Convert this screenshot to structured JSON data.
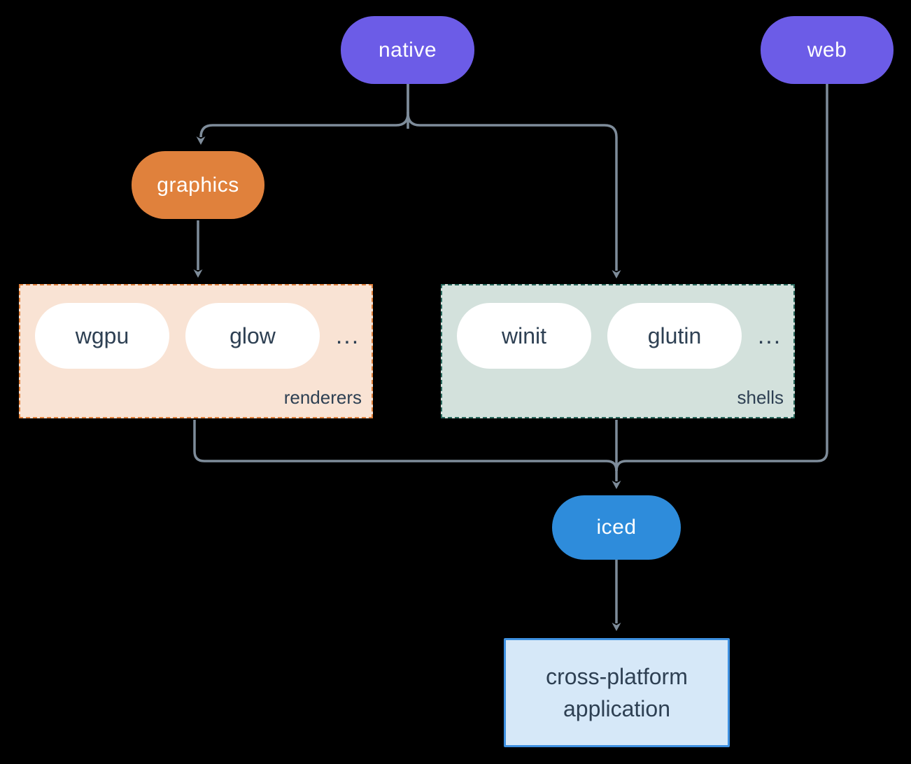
{
  "background": "#000000",
  "connectors": {
    "color": "#7E8C9A"
  },
  "nodes": {
    "native": {
      "label": "native",
      "fill": "#6C5CE7",
      "text_color": "#FFFFFF"
    },
    "web": {
      "label": "web",
      "fill": "#6C5CE7",
      "text_color": "#FFFFFF"
    },
    "graphics": {
      "label": "graphics",
      "fill": "#E0813C",
      "text_color": "#FFFFFF"
    },
    "iced": {
      "label": "iced",
      "fill": "#2E8CDB",
      "text_color": "#FFFFFF"
    },
    "application": {
      "label": "cross-platform application",
      "fill": "#D6E8F8",
      "border": "#3E90E0",
      "text_color": "#2E4053"
    }
  },
  "groups": {
    "renderers": {
      "label": "renderers",
      "fill": "#F9E3D4",
      "border": "#E0813C",
      "items": [
        "wgpu",
        "glow"
      ],
      "ellipsis": "..."
    },
    "shells": {
      "label": "shells",
      "fill": "#D3E1DC",
      "border": "#2B6A5E",
      "items": [
        "winit",
        "glutin"
      ],
      "ellipsis": "..."
    }
  },
  "item_pill": {
    "fill": "#FFFFFF",
    "text_color": "#2E4053"
  }
}
